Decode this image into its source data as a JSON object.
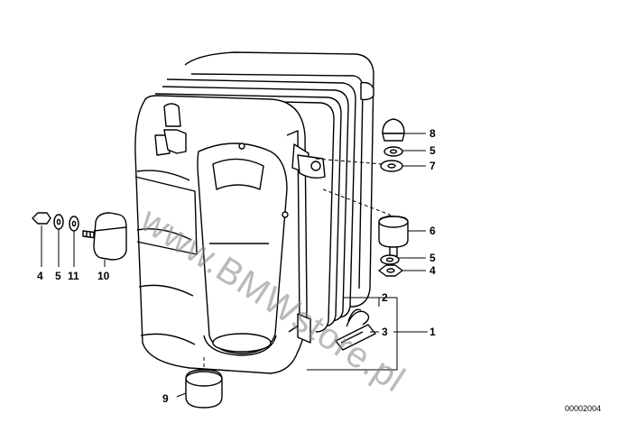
{
  "diagram": {
    "watermark": "www.BMWstore.pl",
    "diagram_code": "00002004",
    "callouts": {
      "c8": "8",
      "c5a": "5",
      "c7": "7",
      "c6": "6",
      "c5b": "5",
      "c4a": "4",
      "c2": "2",
      "c3": "3",
      "c1": "1",
      "c9": "9",
      "c4b": "4",
      "c5c": "5",
      "c11": "11",
      "c10": "10"
    },
    "colors": {
      "line": "#000000",
      "background": "#ffffff",
      "watermark": "#8c8c8c"
    }
  }
}
